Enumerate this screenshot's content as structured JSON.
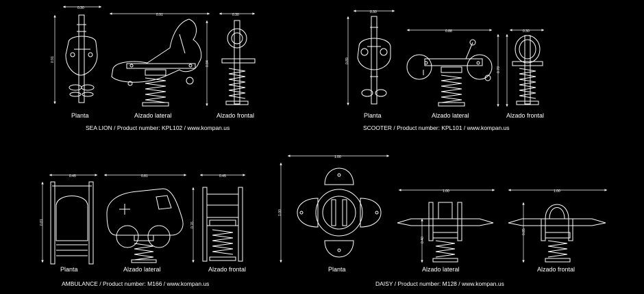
{
  "views": {
    "plan": "Planta",
    "side": "Alzado lateral",
    "front": "Alzado frontal"
  },
  "items": [
    {
      "caption": "SEA LION / Product number: KPL102 / www.kompan.us",
      "dims": {
        "plan_w": "0.30",
        "plan_h": "0.91",
        "side_w": "0.91",
        "side_h": "0.84",
        "front_w": "0.30"
      }
    },
    {
      "caption": "SCOOTER / Product number: KPL101 / www.kompan.us",
      "dims": {
        "plan_w": "0.30",
        "plan_h": "0.89",
        "side_w": "0.88",
        "side_h": "0.70",
        "front_w": "0.30"
      }
    },
    {
      "caption": "AMBULANCE  / Product number: M166 / www.kompan.us",
      "dims": {
        "plan_w": "0.45",
        "plan_h": "0.81",
        "side_w": "0.81",
        "front_w": "0.45",
        "front_h": "0.76"
      }
    },
    {
      "caption": "DAISY / Product number: M128 / www.kompan.us",
      "dims": {
        "plan_w": "1.00",
        "plan_h": "1.00",
        "side_w": "1.00",
        "side_h": "0.40",
        "front_w": "1.00",
        "front_h": "0.85"
      }
    }
  ]
}
